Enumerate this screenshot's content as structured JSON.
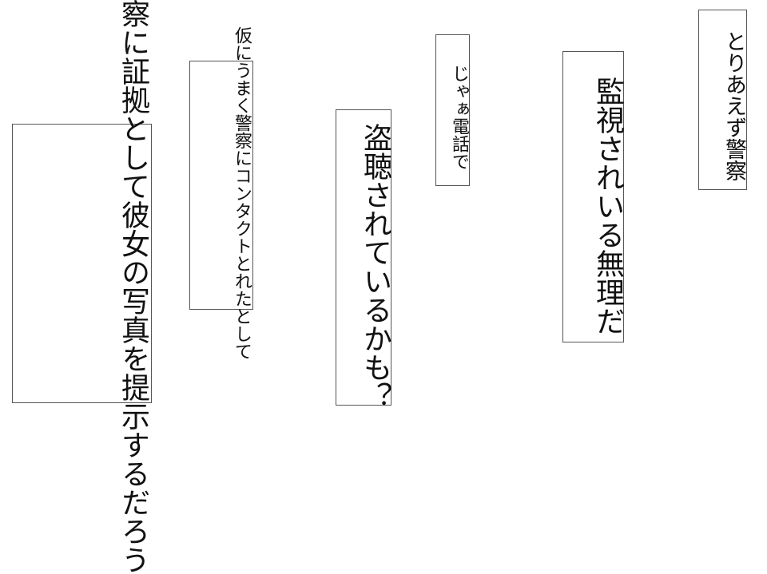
{
  "speech_boxes": [
    {
      "lines": [
        "警察に証拠として",
        "彼女の写真を",
        "提示するだろう"
      ]
    },
    {
      "lines": [
        "仮にうまく警察に",
        "コンタクトとれたとして"
      ]
    },
    {
      "lines": [
        "盗聴されているかも？"
      ]
    },
    {
      "lines": [
        "じゃぁ電話で"
      ]
    },
    {
      "lines": [
        "監視されいる無理だ"
      ]
    },
    {
      "lines": [
        "とりあえず警察"
      ]
    }
  ]
}
